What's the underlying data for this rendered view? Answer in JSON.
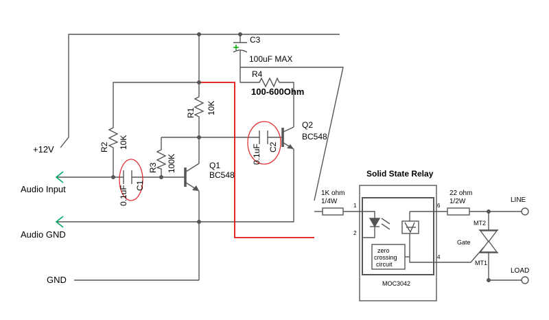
{
  "colors": {
    "wire": "#555555",
    "highlight_wire": "#e01010",
    "capacitor_positive": "#00aa00",
    "circle_mark": "#e03030",
    "net_arrow": "#00aa66",
    "text": "#000000"
  },
  "labels": {
    "v12": "+12V",
    "audio_input": "Audio Input",
    "audio_gnd": "Audio GND",
    "gnd": "GND",
    "c3_name": "C3",
    "c3_value": "100uF MAX",
    "r4_name": "R4",
    "r4_value": "100-600Ohm",
    "r1_name": "R1",
    "r1_value": "10K",
    "r2_name": "R2",
    "r2_value": "10K",
    "r3_name": "R3",
    "r3_value": "100K",
    "c1_name": "C1",
    "c1_value": "0.1uF",
    "c2_name": "C2",
    "c2_value": "0.1uF",
    "q1_name": "Q1",
    "q1_type": "BC548",
    "q2_name": "Q2",
    "q2_type": "BC548",
    "ssr_title": "Solid State Relay",
    "r_in_value": "1K ohm",
    "r_in_power": "1/4W",
    "r_out_value": "22 ohm",
    "r_out_power": "1/2W",
    "pin1": "1",
    "pin2": "2",
    "pin4": "4",
    "pin6": "6",
    "zc_line1": "zero",
    "zc_line2": "crossing",
    "zc_line3": "circuit",
    "moc": "MOC3042",
    "line": "LINE",
    "load": "LOAD",
    "mt2": "MT2",
    "mt1": "MT1",
    "gate": "Gate"
  }
}
